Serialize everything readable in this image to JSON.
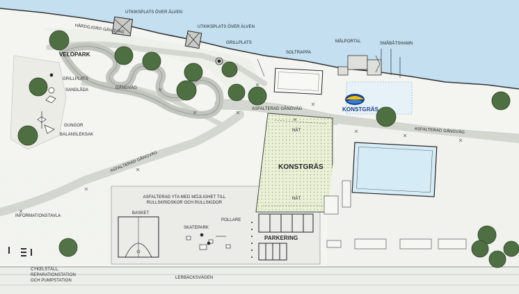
{
  "map": {
    "labels": {
      "utkik1": "UTKIKSPLATS ÖVER ÄLVEN",
      "utkik2": "UTKIKSPLATS ÖVER ÄLVEN",
      "hardgjord": "HÅRDGJORD GÅNGVÄG",
      "velopark": "VELOPARK",
      "grillplats_top": "GRILLPLATS",
      "soltrappa": "SOLTRAPPA",
      "malportal": "MÅLPORTAL",
      "smabatshamn": "SMÅBÅTSHAMN",
      "grillplats_left": "GRILLPLATS",
      "sandlada": "SANDLÅDA",
      "gangvag": "GÅNGVÄG",
      "konstgras_logo": "KONSTGRÄS",
      "asfalterad_top": "ASFALTERAD GÅNGVÄG",
      "asfalterad_right": "ASFALTERAD GÅNGVÄG",
      "asfalterad_left": "ASFALTERAD GÅNGVÄG",
      "nat_top": "NÄT",
      "nat_bottom": "NÄT",
      "konstgras_field": "KONSTGRÄS",
      "gungor": "GUNGOR",
      "balansleksak": "BALANSLEKSAK",
      "asfalt_yta": "ASFALTERAD YTA MED MÖJLIGHET TILL RULLSKRIDSKOR OCH RULLSKIDOR",
      "basket": "BASKET",
      "skatepark": "SKATEPARK",
      "pollare": "POLLARE",
      "parkering": "PARKERING",
      "informationstavla": "INFORMATIONSTAVLA",
      "cykel": "CYKELSTÄLL, REPARATIONSTATION OCH PUMPSTATION",
      "lerbacksvagen": "LERBÄCKSVÄGEN"
    },
    "colors": {
      "water": "#c3dff0",
      "ground": "#f4f5f1",
      "path": "#e3e4e0",
      "tree": "#4e6f42",
      "turf": "#e9f0d6",
      "pool": "#d5ecf6",
      "logo_blue": "#1b3f8a",
      "logo_yellow": "#f2c200"
    }
  }
}
